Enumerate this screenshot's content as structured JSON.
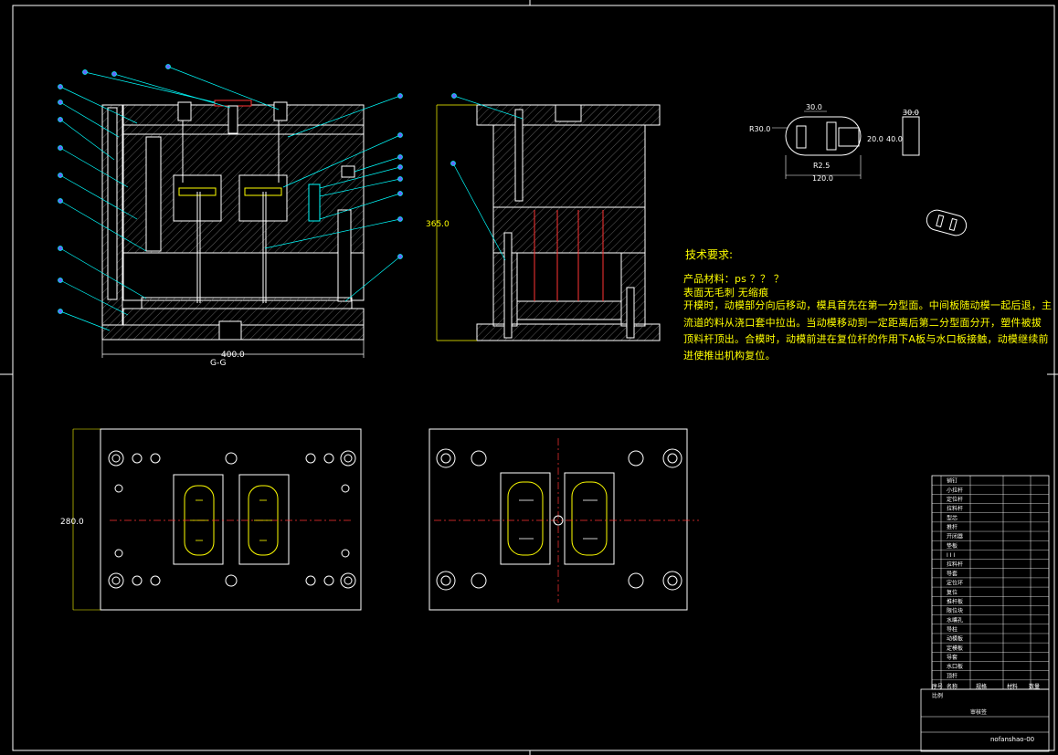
{
  "drawing": {
    "section_label": "G-G",
    "front_view": {
      "width_dim": "400.0"
    },
    "side_view": {
      "height_dim": "365.0"
    },
    "plan_view": {
      "height_dim": "280.0"
    },
    "part_detail": {
      "dim_top_slot": "30.0",
      "dim_left_radius": "R30.0",
      "dim_inner_radius": "R2.5",
      "dim_width": "120.0",
      "dim_side": "20.0",
      "dim_side_height": "40.0",
      "dim_thickness": "30.0"
    },
    "tech": {
      "title": "技术要求:",
      "line1": "产品材料：ps ？？        ？",
      "line2": "表面无毛刺  无缩痕",
      "line3": "开模时，动模部分向后移动，模具首先在第一分型面。中间板随动模一起后退，主",
      "line4": "流道的料从浇口套中拉出。当动模移动到一定距离后第二分型面分开，塑件被拔",
      "line5": "顶料杆顶出。合模时，动模前进在复位杆的作用下A板与水口板接触，动模继续前",
      "line6": "进使推出机构复位。"
    },
    "bom": {
      "items": [
        "销钉",
        "小拉杆",
        "定位杆",
        "拉料杆",
        "型芯",
        "推杆",
        "开闭器",
        "垫板",
        "I I I",
        "拉料杆",
        "导套",
        "定位环",
        "复位",
        "推杆板",
        "限位块",
        "水嘴孔",
        "导柱",
        "动模板",
        "定模板",
        "导套",
        "水口板",
        "顶杆"
      ],
      "header": [
        "序号",
        "名称",
        "规格",
        "材料",
        "数量"
      ],
      "sign_label": "比例",
      "design_label": "审核签",
      "drawing_number": "nofanshao-00"
    }
  }
}
